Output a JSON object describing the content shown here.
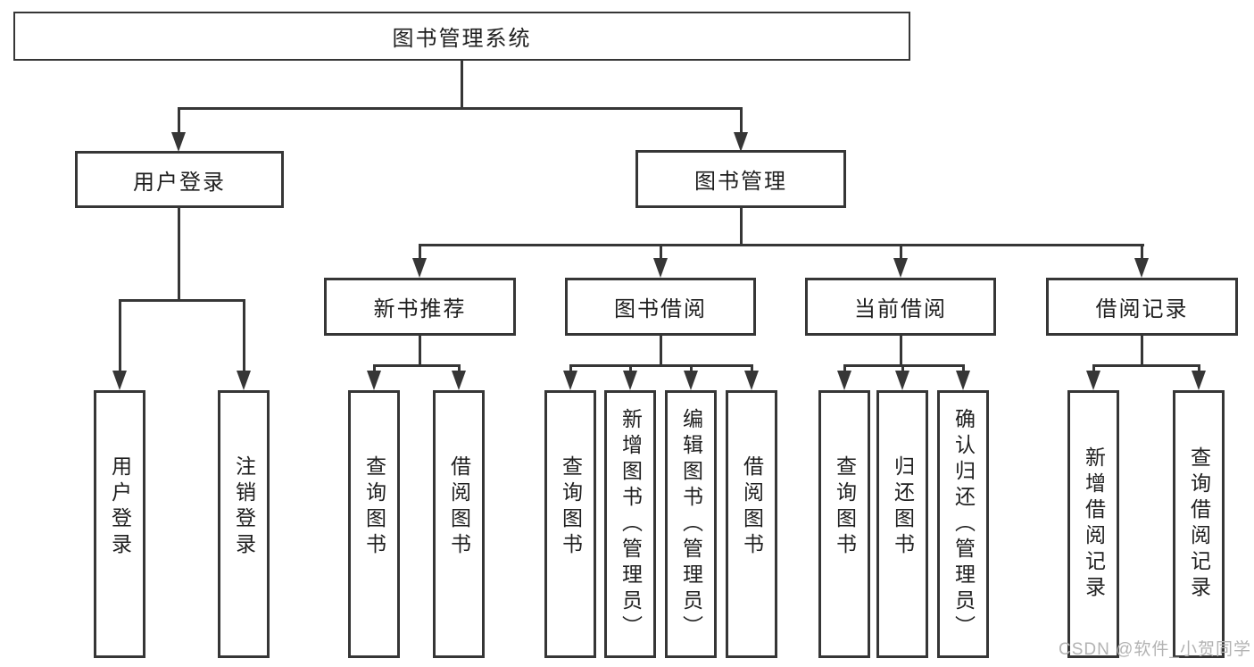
{
  "diagram_title": "图书管理系统",
  "nodes": {
    "root": "图书管理系统",
    "user_login": "用户登录",
    "book_mgmt": "图书管理",
    "new_book_rec": "新书推荐",
    "book_borrow": "图书借阅",
    "current_borrow": "当前借阅",
    "borrow_record": "借阅记录",
    "leaf_user_login": "用户登录",
    "leaf_logout": "注销登录",
    "leaf_query_book_rec": "查询图书",
    "leaf_borrow_book_rec": "借阅图书",
    "leaf_query_book_borrow": "查询图书",
    "leaf_add_book_admin": "新增图书（管理员）",
    "leaf_edit_book_admin": "编辑图书（管理员）",
    "leaf_borrow_book_borrow": "借阅图书",
    "leaf_query_book_current": "查询图书",
    "leaf_return_book": "归还图书",
    "leaf_confirm_return_admin": "确认归还（管理员）",
    "leaf_add_borrow_record": "新增借阅记录",
    "leaf_query_borrow_record": "查询借阅记录"
  },
  "tree": {
    "label": "图书管理系统",
    "children": [
      {
        "label": "用户登录",
        "children": [
          {
            "label": "用户登录"
          },
          {
            "label": "注销登录"
          }
        ]
      },
      {
        "label": "图书管理",
        "children": [
          {
            "label": "新书推荐",
            "children": [
              {
                "label": "查询图书"
              },
              {
                "label": "借阅图书"
              }
            ]
          },
          {
            "label": "图书借阅",
            "children": [
              {
                "label": "查询图书"
              },
              {
                "label": "新增图书（管理员）"
              },
              {
                "label": "编辑图书（管理员）"
              },
              {
                "label": "借阅图书"
              }
            ]
          },
          {
            "label": "当前借阅",
            "children": [
              {
                "label": "查询图书"
              },
              {
                "label": "归还图书"
              },
              {
                "label": "确认归还（管理员）"
              }
            ]
          },
          {
            "label": "借阅记录",
            "children": [
              {
                "label": "新增借阅记录"
              },
              {
                "label": "查询借阅记录"
              }
            ]
          }
        ]
      }
    ]
  },
  "watermark": {
    "text": "CSDN @软件_小贺同学"
  },
  "colors": {
    "line": "#363636",
    "text": "#1f1f1f",
    "background": "#ffffff",
    "watermark": "#b3b3b3"
  }
}
